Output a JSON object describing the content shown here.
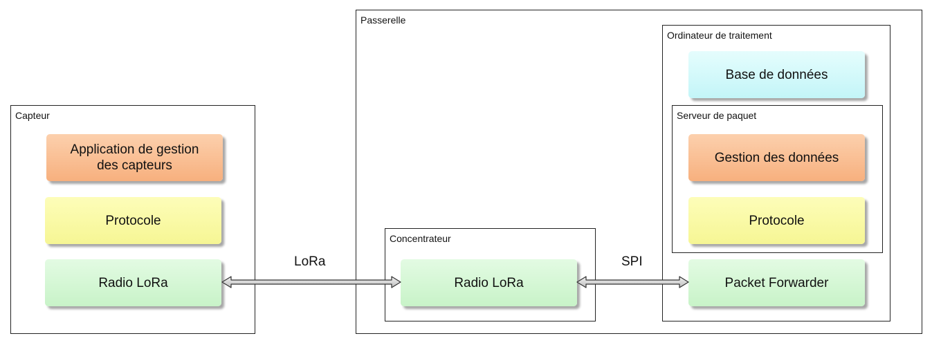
{
  "frames": {
    "capteur": "Capteur",
    "passerelle": "Passerelle",
    "concentrateur": "Concentrateur",
    "ordinateur": "Ordinateur de traitement",
    "serveur": "Serveur de paquet"
  },
  "blocks": {
    "app_capteurs_line1": "Application de gestion",
    "app_capteurs_line2": "des capteurs",
    "protocole_capteur": "Protocole",
    "radio_capteur": "Radio LoRa",
    "radio_concentrateur": "Radio LoRa",
    "base_donnees": "Base de données",
    "gestion_donnees": "Gestion des données",
    "protocole_serveur": "Protocole",
    "packet_forwarder": "Packet Forwarder"
  },
  "links": {
    "lora": "LoRa",
    "spi": "SPI"
  },
  "colors": {
    "application": "#f7b07e",
    "protocol": "#f6f694",
    "radio": "#c8f3c8",
    "database": "#c3f5f8"
  }
}
